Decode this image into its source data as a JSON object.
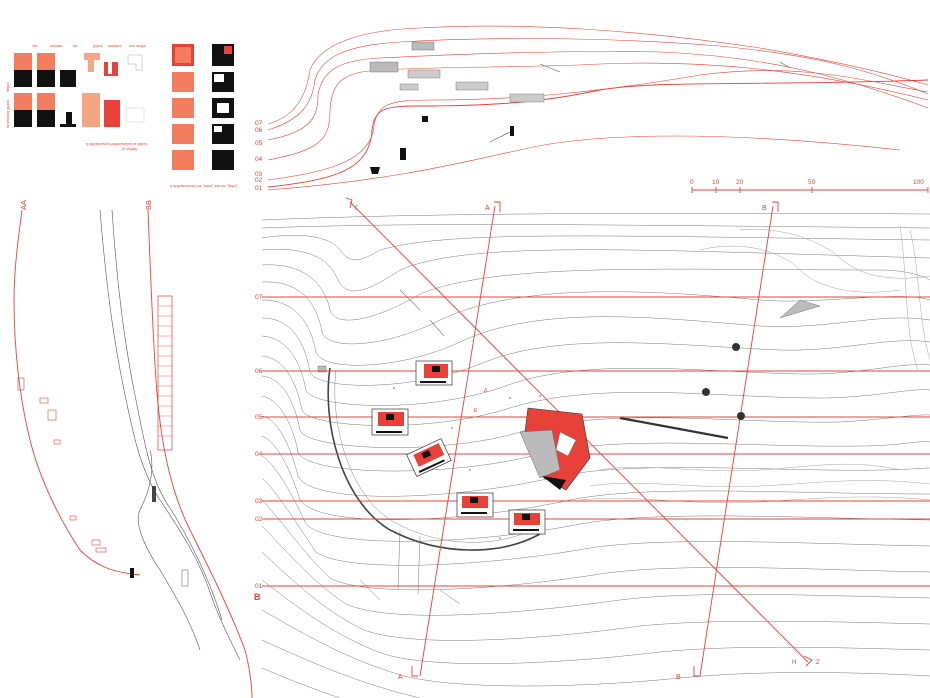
{
  "matrix": {
    "col_labels": [
      "νέα",
      "κατοικία",
      "πρ",
      "χώρος",
      "κατοικίες",
      "νέοι στόχοι"
    ],
    "row_labels": [
      "κτήριο",
      "εσωτερικός χώρος"
    ],
    "caption_1": "η αρχιτεκτονική μορφοποίηση σε χάρτη",
    "caption_1b": "(Η Μορφή)",
    "caption_2": "η αρχιτεκτονική ως \"κουτί\" και ως \"δομή\""
  },
  "section_top": {
    "levels": [
      "07",
      "06",
      "05",
      "04",
      "03",
      "02",
      "01"
    ]
  },
  "scale_bar": {
    "ticks": [
      "0",
      "10",
      "20",
      "50",
      "100"
    ]
  },
  "sections_left": {
    "label_aa": "AA",
    "label_bb": "BB"
  },
  "plan": {
    "levels": [
      "07",
      "06",
      "05",
      "04",
      "03",
      "02",
      "01"
    ],
    "level_b": "B",
    "cut_labels": {
      "a_top": "A",
      "a_bottom": "A",
      "b_top": "B",
      "b_bottom": "B",
      "g_top": "Γ",
      "h_bottom": "H",
      "z_bottom": "Z"
    },
    "small_labels": [
      "Δ",
      "E"
    ]
  },
  "colors": {
    "accent_red": "#e8413a",
    "salmon": "#f27d5f",
    "contour_grey": "#7a7a7a",
    "black": "#111111"
  }
}
